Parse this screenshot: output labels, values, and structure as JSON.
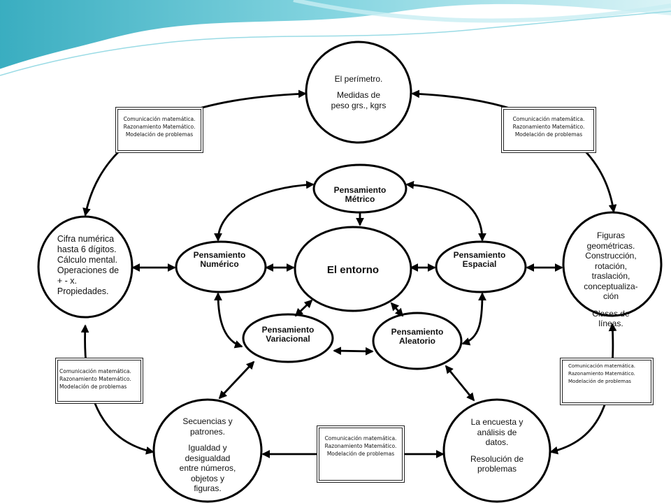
{
  "center": {
    "label": "El entorno"
  },
  "inner_nodes": {
    "metrico": [
      "Pensamiento",
      "Métrico"
    ],
    "numerico": [
      "Pensamiento",
      "Numérico"
    ],
    "espacial": [
      "Pensamiento",
      "Espacial"
    ],
    "variacional": [
      "Pensamiento",
      "Variacional"
    ],
    "aleatorio": [
      "Pensamiento",
      "Aleatorio"
    ]
  },
  "outer_nodes": {
    "top": {
      "p1": [
        "El perímetro."
      ],
      "p2": [
        "Medidas de",
        "peso grs., kgrs"
      ]
    },
    "left": {
      "p1": [
        "Cifra numérica",
        "hasta 6 dígitos.",
        "Cálculo mental.",
        "Operaciones de",
        "+  -  x.",
        "Propiedades."
      ]
    },
    "right": {
      "p1": [
        "Figuras",
        "geométricas.",
        "Construcción,",
        "rotación,",
        "traslación,",
        "conceptualiza-",
        "ción"
      ],
      "p2": [
        "Clases de",
        "líneas."
      ]
    },
    "bottom_left": {
      "p1": [
        "Secuencias y",
        "patrones."
      ],
      "p2": [
        "Igualdad y",
        "desigualdad",
        "entre números,",
        "objetos y",
        "figuras."
      ]
    },
    "bottom_right": {
      "p1": [
        "La encuesta y",
        "análisis de",
        "datos."
      ],
      "p2": [
        "Resolución de",
        "problemas"
      ]
    }
  },
  "skill_box": {
    "lines": [
      "Comunicación matemática.",
      "Razonamiento Matemático.",
      "Modelación de problemas"
    ]
  },
  "colors": {
    "stroke": "#000000",
    "background": "#ffffff",
    "wave_teal": "#39b7c9",
    "wave_light": "#bfeaf0"
  }
}
